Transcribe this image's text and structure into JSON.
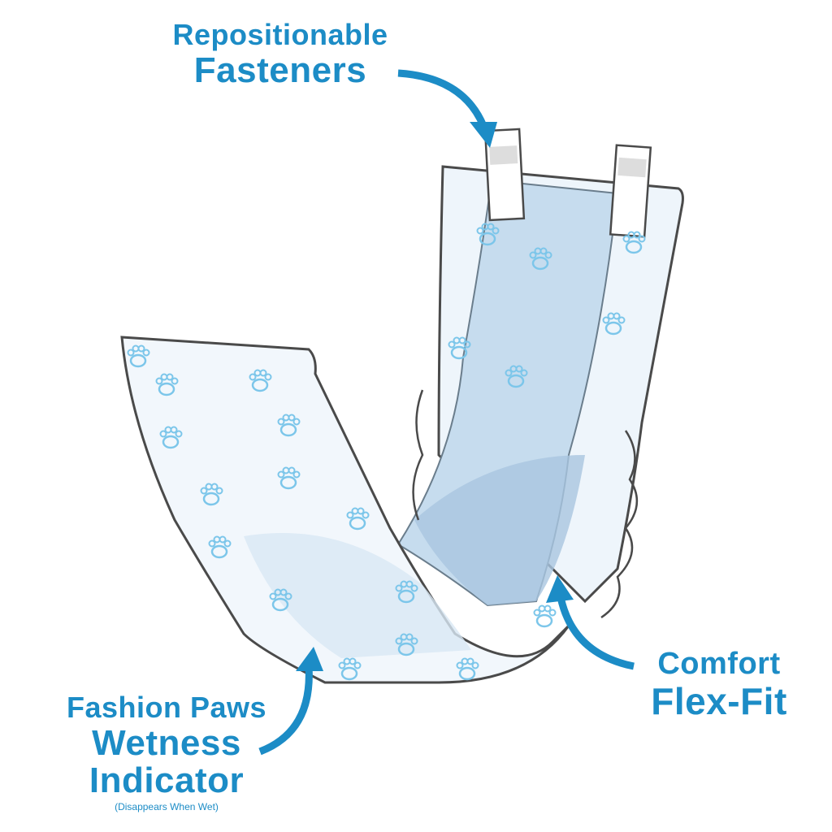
{
  "labels": {
    "fasteners": {
      "line1": "Repositionable",
      "line2": "Fasteners"
    },
    "flex_fit": {
      "line1": "Comfort",
      "line2": "Flex-Fit"
    },
    "wetness": {
      "line1": "Fashion Paws",
      "line2": "Wetness",
      "line3": "Indicator",
      "note": "(Disappears When Wet)"
    }
  },
  "colors": {
    "accent": "#1c8cc6",
    "gel": "#b9d3e8",
    "paw": "#7cc6ea",
    "outline": "#4a4a4a"
  }
}
